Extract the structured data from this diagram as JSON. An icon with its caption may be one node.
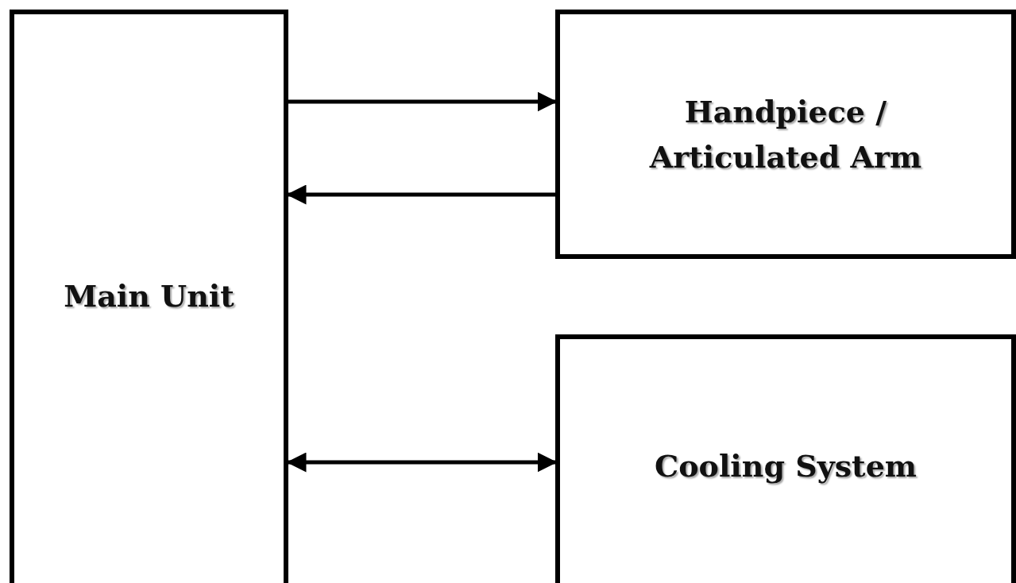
{
  "diagram": {
    "nodes": [
      {
        "text": [
          "Main Unit"
        ]
      },
      {
        "text": [
          "Handpiece / Articulated Arm"
        ]
      },
      {
        "text": [
          "Cooling System"
        ]
      }
    ],
    "edges": [
      {
        "from": 0,
        "to": 1,
        "arrow": "to"
      },
      {
        "from": 1,
        "to": 0,
        "arrow": "to"
      },
      {
        "from": 0,
        "to": 2,
        "arrow": "both"
      }
    ]
  }
}
